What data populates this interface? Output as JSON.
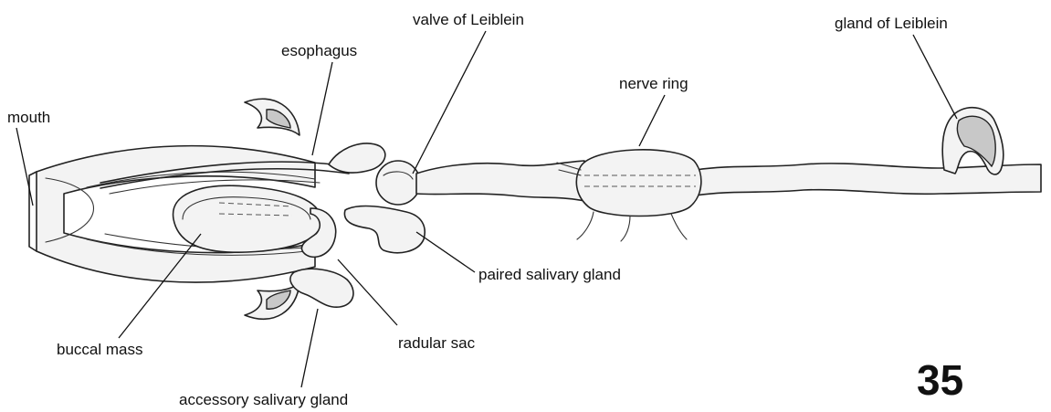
{
  "figure": {
    "number": "35",
    "labels": {
      "mouth": "mouth",
      "esophagus": "esophagus",
      "valve_of_leiblein": "valve of Leiblein",
      "nerve_ring": "nerve ring",
      "gland_of_leiblein": "gland of Leiblein",
      "paired_salivary_gland": "paired salivary gland",
      "radular_sac": "radular sac",
      "buccal_mass": "buccal mass",
      "accessory_salivary_gland": "accessory salivary gland"
    }
  }
}
